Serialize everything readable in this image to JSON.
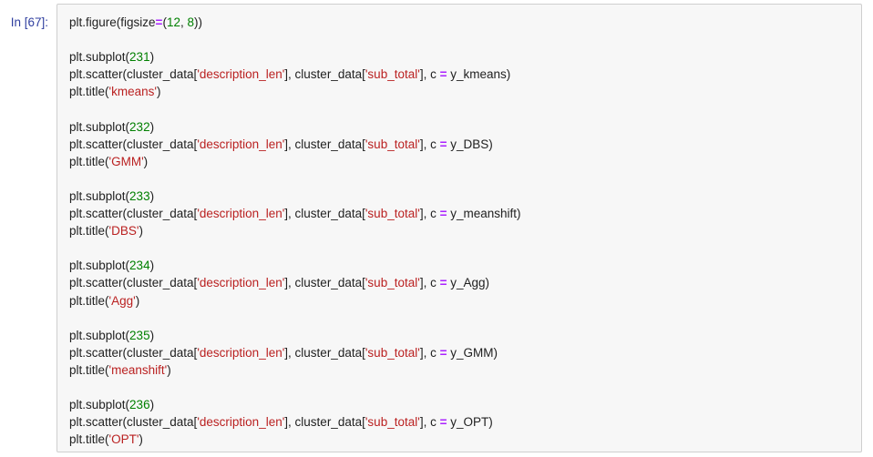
{
  "cell": {
    "prompt": "In [67]:",
    "colors": {
      "prompt": "#303F9F",
      "default": "#212121",
      "string": "#BA2121",
      "number": "#008000",
      "operator": "#AA22FF",
      "cell_background": "#f7f7f7",
      "cell_border": "#cfcfcf",
      "page_background": "#ffffff"
    },
    "code_lines": [
      [
        {
          "t": "plt.figure(figsize",
          "k": "default"
        },
        {
          "t": "=",
          "k": "operator"
        },
        {
          "t": "(",
          "k": "default"
        },
        {
          "t": "12",
          "k": "number"
        },
        {
          "t": ", ",
          "k": "default"
        },
        {
          "t": "8",
          "k": "number"
        },
        {
          "t": "))",
          "k": "default"
        }
      ],
      [],
      [
        {
          "t": "plt.subplot(",
          "k": "default"
        },
        {
          "t": "231",
          "k": "number"
        },
        {
          "t": ")",
          "k": "default"
        }
      ],
      [
        {
          "t": "plt.scatter(cluster_data[",
          "k": "default"
        },
        {
          "t": "'description_len'",
          "k": "string"
        },
        {
          "t": "], cluster_data[",
          "k": "default"
        },
        {
          "t": "'sub_total'",
          "k": "string"
        },
        {
          "t": "], c ",
          "k": "default"
        },
        {
          "t": "=",
          "k": "operator"
        },
        {
          "t": " y_kmeans)",
          "k": "default"
        }
      ],
      [
        {
          "t": "plt.title(",
          "k": "default"
        },
        {
          "t": "'kmeans'",
          "k": "string"
        },
        {
          "t": ")",
          "k": "default"
        }
      ],
      [],
      [
        {
          "t": "plt.subplot(",
          "k": "default"
        },
        {
          "t": "232",
          "k": "number"
        },
        {
          "t": ")",
          "k": "default"
        }
      ],
      [
        {
          "t": "plt.scatter(cluster_data[",
          "k": "default"
        },
        {
          "t": "'description_len'",
          "k": "string"
        },
        {
          "t": "], cluster_data[",
          "k": "default"
        },
        {
          "t": "'sub_total'",
          "k": "string"
        },
        {
          "t": "], c ",
          "k": "default"
        },
        {
          "t": "=",
          "k": "operator"
        },
        {
          "t": " y_DBS)",
          "k": "default"
        }
      ],
      [
        {
          "t": "plt.title(",
          "k": "default"
        },
        {
          "t": "'GMM'",
          "k": "string"
        },
        {
          "t": ")",
          "k": "default"
        }
      ],
      [],
      [
        {
          "t": "plt.subplot(",
          "k": "default"
        },
        {
          "t": "233",
          "k": "number"
        },
        {
          "t": ")",
          "k": "default"
        }
      ],
      [
        {
          "t": "plt.scatter(cluster_data[",
          "k": "default"
        },
        {
          "t": "'description_len'",
          "k": "string"
        },
        {
          "t": "], cluster_data[",
          "k": "default"
        },
        {
          "t": "'sub_total'",
          "k": "string"
        },
        {
          "t": "], c ",
          "k": "default"
        },
        {
          "t": "=",
          "k": "operator"
        },
        {
          "t": " y_meanshift)",
          "k": "default"
        }
      ],
      [
        {
          "t": "plt.title(",
          "k": "default"
        },
        {
          "t": "'DBS'",
          "k": "string"
        },
        {
          "t": ")",
          "k": "default"
        }
      ],
      [],
      [
        {
          "t": "plt.subplot(",
          "k": "default"
        },
        {
          "t": "234",
          "k": "number"
        },
        {
          "t": ")",
          "k": "default"
        }
      ],
      [
        {
          "t": "plt.scatter(cluster_data[",
          "k": "default"
        },
        {
          "t": "'description_len'",
          "k": "string"
        },
        {
          "t": "], cluster_data[",
          "k": "default"
        },
        {
          "t": "'sub_total'",
          "k": "string"
        },
        {
          "t": "], c ",
          "k": "default"
        },
        {
          "t": "=",
          "k": "operator"
        },
        {
          "t": " y_Agg)",
          "k": "default"
        }
      ],
      [
        {
          "t": "plt.title(",
          "k": "default"
        },
        {
          "t": "'Agg'",
          "k": "string"
        },
        {
          "t": ")",
          "k": "default"
        }
      ],
      [],
      [
        {
          "t": "plt.subplot(",
          "k": "default"
        },
        {
          "t": "235",
          "k": "number"
        },
        {
          "t": ")",
          "k": "default"
        }
      ],
      [
        {
          "t": "plt.scatter(cluster_data[",
          "k": "default"
        },
        {
          "t": "'description_len'",
          "k": "string"
        },
        {
          "t": "], cluster_data[",
          "k": "default"
        },
        {
          "t": "'sub_total'",
          "k": "string"
        },
        {
          "t": "], c ",
          "k": "default"
        },
        {
          "t": "=",
          "k": "operator"
        },
        {
          "t": " y_GMM)",
          "k": "default"
        }
      ],
      [
        {
          "t": "plt.title(",
          "k": "default"
        },
        {
          "t": "'meanshift'",
          "k": "string"
        },
        {
          "t": ")",
          "k": "default"
        }
      ],
      [],
      [
        {
          "t": "plt.subplot(",
          "k": "default"
        },
        {
          "t": "236",
          "k": "number"
        },
        {
          "t": ")",
          "k": "default"
        }
      ],
      [
        {
          "t": "plt.scatter(cluster_data[",
          "k": "default"
        },
        {
          "t": "'description_len'",
          "k": "string"
        },
        {
          "t": "], cluster_data[",
          "k": "default"
        },
        {
          "t": "'sub_total'",
          "k": "string"
        },
        {
          "t": "], c ",
          "k": "default"
        },
        {
          "t": "=",
          "k": "operator"
        },
        {
          "t": " y_OPT)",
          "k": "default"
        }
      ],
      [
        {
          "t": "plt.title(",
          "k": "default"
        },
        {
          "t": "'OPT'",
          "k": "string"
        },
        {
          "t": ")",
          "k": "default"
        }
      ]
    ]
  }
}
